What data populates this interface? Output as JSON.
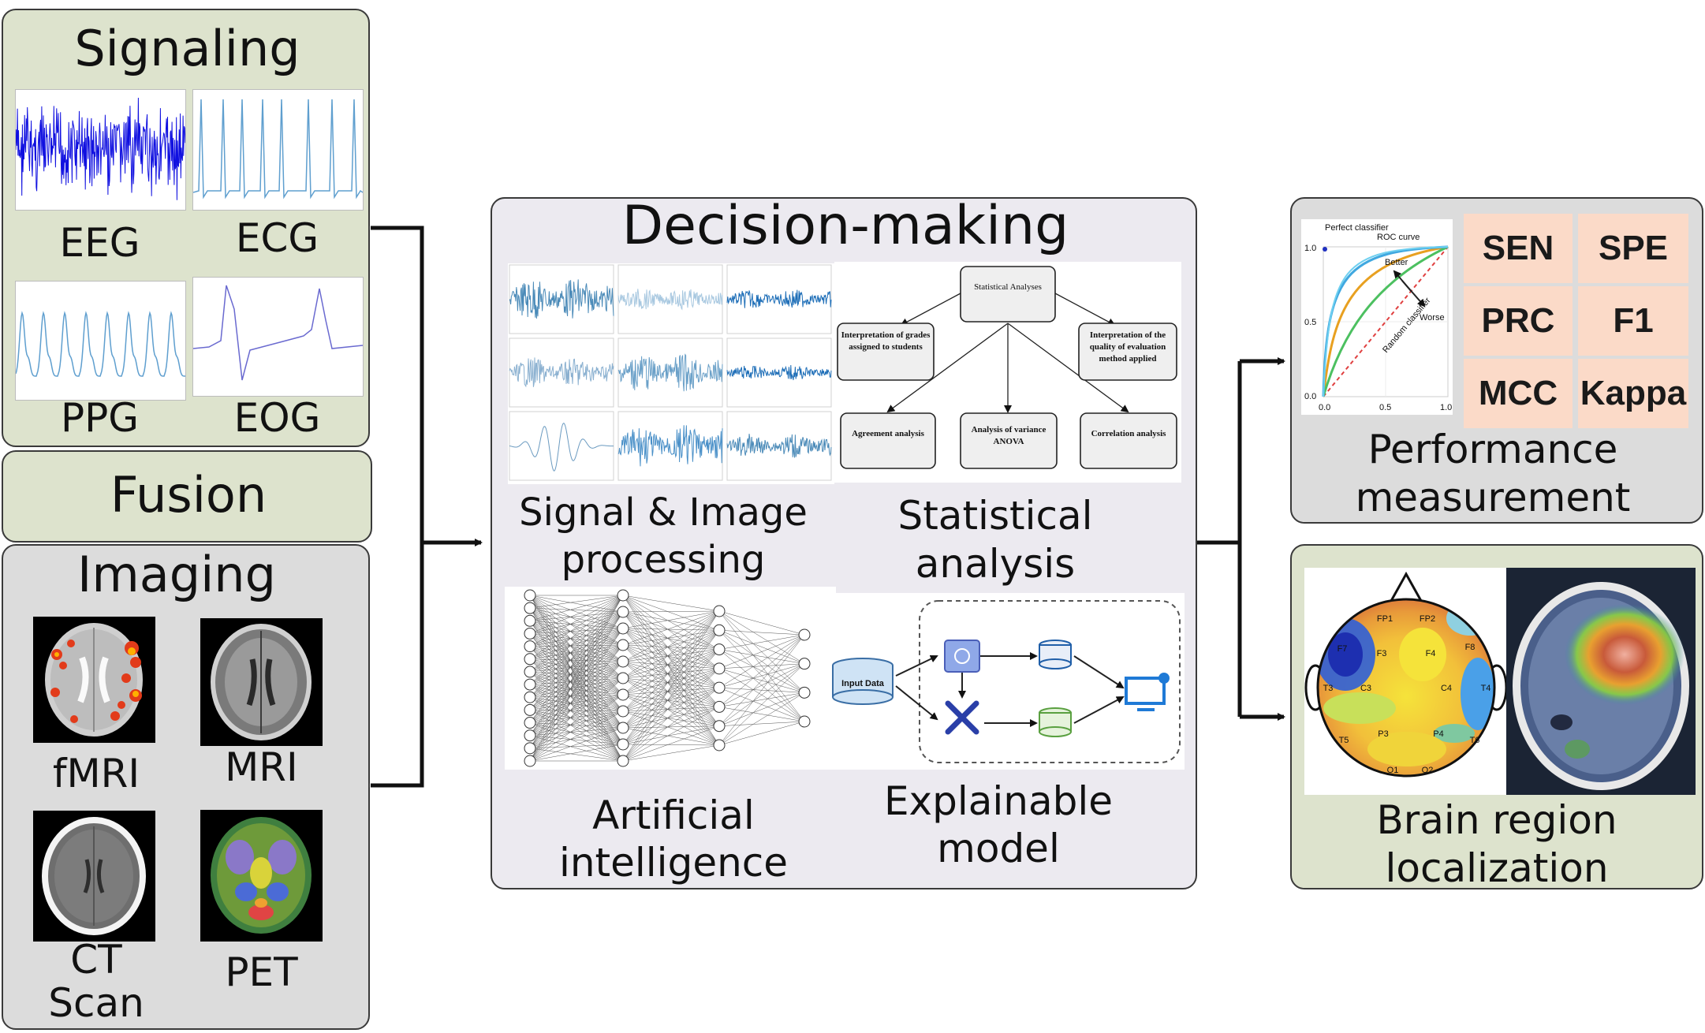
{
  "signaling": {
    "title": "Signaling",
    "signals": [
      "EEG",
      "ECG",
      "PPG",
      "EOG"
    ]
  },
  "fusion": {
    "title": "Fusion"
  },
  "imaging": {
    "title": "Imaging",
    "modalities": [
      "fMRI",
      "MRI",
      "CT Scan",
      "PET"
    ]
  },
  "decision": {
    "title": "Decision-making",
    "modules": [
      "Signal & Image processing",
      "Statistical analysis",
      "Artificial intelligence",
      "Explainable model"
    ],
    "stat_diagram": {
      "root": "Statistical Analyses",
      "left_mid": "Interpretation of grades assigned to students",
      "right_mid": "Interpretation of the quality of evaluation method applied",
      "bottom": [
        "Agreement analysis",
        "Analysis of variance ANOVA",
        "Correlation analysis"
      ]
    },
    "xai_diagram": {
      "input": "Input Data"
    }
  },
  "performance": {
    "title": "Performance measurement",
    "metrics": [
      "SEN",
      "SPE",
      "PRC",
      "F1",
      "MCC",
      "Kappa"
    ],
    "roc": {
      "title": "ROC curve",
      "perfect": "Perfect classifier",
      "better": "Better",
      "worse": "Worse",
      "random": "Random classifier",
      "yticks": [
        "1.0",
        "0.5",
        "0.0"
      ],
      "xticks": [
        "0.0",
        "0.5",
        "1.0"
      ]
    }
  },
  "brain": {
    "title": "Brain region localization",
    "electrodes": [
      "FP1",
      "FP2",
      "F7",
      "F3",
      "F4",
      "F8",
      "T3",
      "C3",
      "C4",
      "T4",
      "T5",
      "P3",
      "P4",
      "T6",
      "O1",
      "O2"
    ]
  },
  "colors": {
    "green_panel": "#dde3cd",
    "grey_panel": "#dcdcdc",
    "decision_panel": "#eceaf0",
    "metric_tile": "#fbdac8",
    "eeg_blue": "#1010e0",
    "signal_blue": "#5f9fcf"
  }
}
